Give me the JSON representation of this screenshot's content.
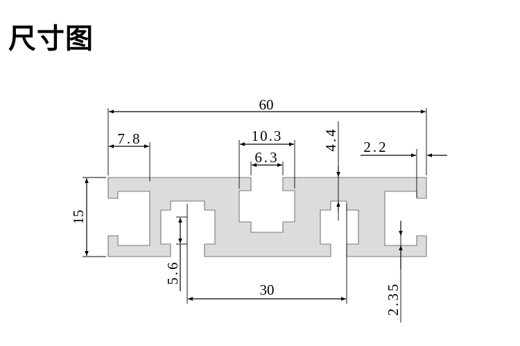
{
  "title": "尺寸图",
  "dimensions": {
    "overall_width": "60",
    "slot_edge": "7.8",
    "center_opening": "10.3",
    "center_slot": "6.3",
    "top_wall": "4.4",
    "right_lip": "2.2",
    "height": "15",
    "lower_slot": "5.6",
    "lower_span": "30",
    "bottom_lip": "2.35"
  },
  "colors": {
    "profile_fill": "#dcdcdc",
    "profile_stroke": "#777777",
    "lines": "#000000"
  }
}
